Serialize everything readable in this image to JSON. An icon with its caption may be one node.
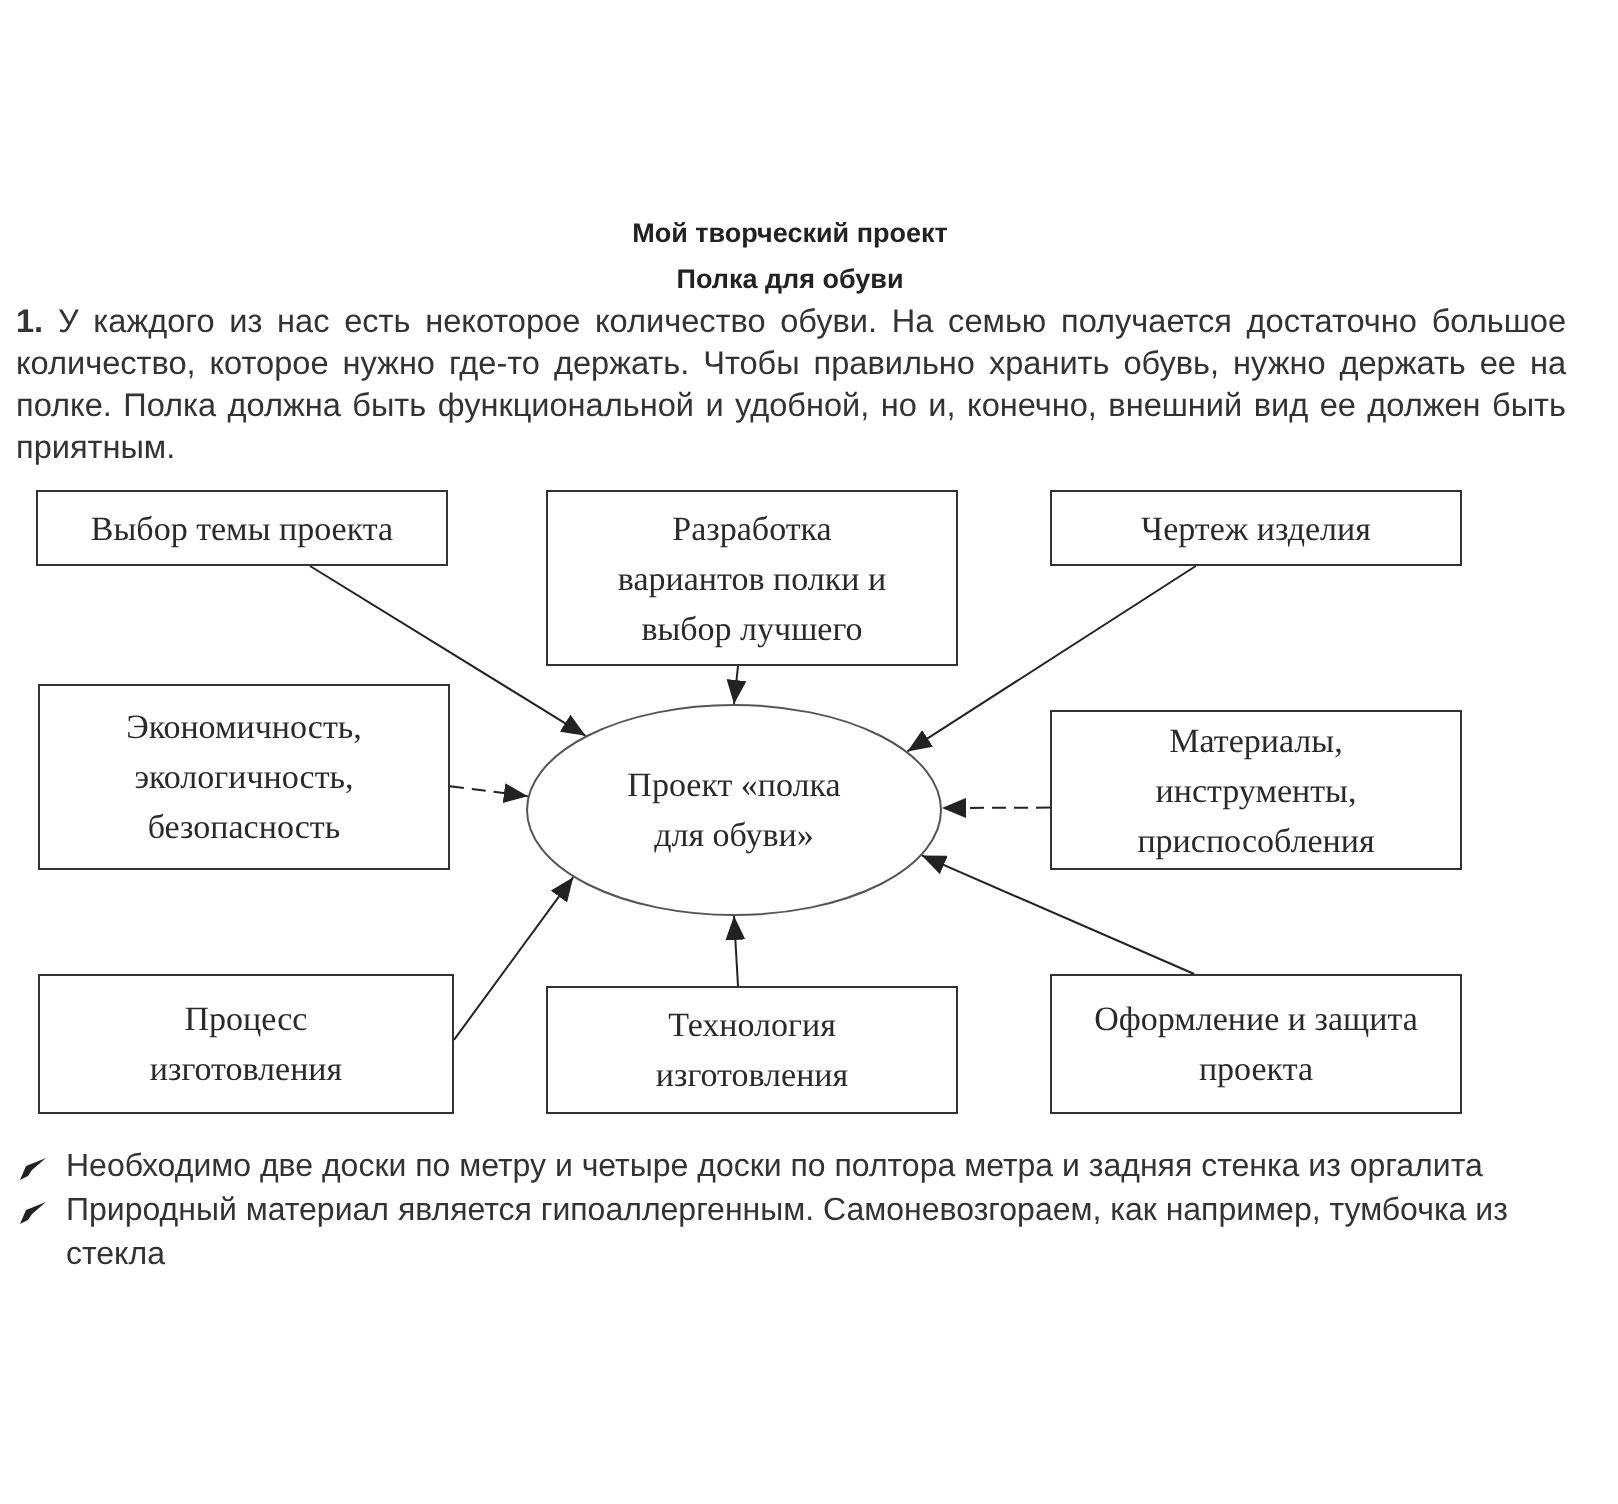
{
  "diagram": {
    "title": "Мой творческий проект",
    "nodes": [
      {
        "text": [
          "Выбор темы проекта"
        ]
      },
      {
        "text": [
          "Разработка вариантов полки и выбор лучшего"
        ]
      },
      {
        "text": [
          "Чертеж изделия"
        ]
      },
      {
        "text": [
          "Экономичность, экологичность, безопасность"
        ]
      },
      {
        "text": [
          "Проект «полка для обуви»"
        ]
      },
      {
        "text": [
          "Материалы, инструменты, приспособления"
        ]
      },
      {
        "text": [
          "Процесс изготовления"
        ]
      },
      {
        "text": [
          "Технология изготовления"
        ]
      },
      {
        "text": [
          "Оформление и защита проекта"
        ]
      }
    ],
    "edges": [
      {
        "from": 0,
        "to": 4,
        "arrow": "to"
      },
      {
        "from": 1,
        "to": 4,
        "arrow": "to"
      },
      {
        "from": 2,
        "to": 4,
        "arrow": "to"
      },
      {
        "from": 3,
        "to": 4,
        "arrow": "to",
        "style": "dashed"
      },
      {
        "from": 5,
        "to": 4,
        "arrow": "to",
        "style": "dashed"
      },
      {
        "from": 6,
        "to": 4,
        "arrow": "to"
      },
      {
        "from": 7,
        "to": 4,
        "arrow": "to"
      },
      {
        "from": 8,
        "to": 4,
        "arrow": "to"
      }
    ],
    "labels": [
      "Полка для обуви",
      "**1.** У каждого из нас есть некоторое количество обуви. На семью получается достаточно большое количество, которое нужно где-то держать. Чтобы правильно хранить обувь, нужно держать ее на полке. Полка должна быть функциональной и удобной, но и, конечно, внешний вид ее должен быть приятным.",
      "Необходимо две доски по метру и четыре доски по полтора метра и задняя стенка из оргалита",
      "Природный материал является гипоаллергенным. Самоневозгораем, как например, тумбочка из стекла"
    ]
  }
}
